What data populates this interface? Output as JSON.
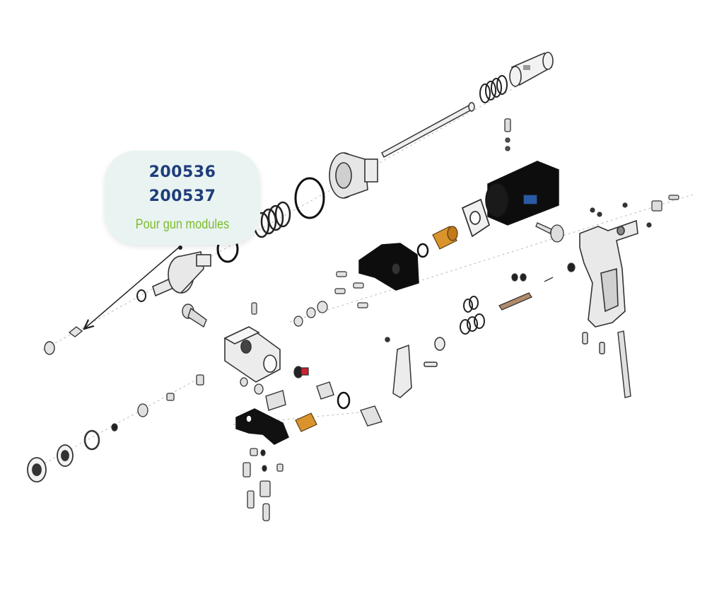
{
  "callout": {
    "part_numbers": [
      "200536",
      "200537"
    ],
    "note": "Pour gun modules"
  },
  "colors": {
    "part_number_text": "#1f3d7a",
    "note_text": "#7dbb2a",
    "callout_bg": "#e9f4f2",
    "line": "#333333",
    "dark_part": "#0d0d0d",
    "brass_part": "#d9942e"
  }
}
